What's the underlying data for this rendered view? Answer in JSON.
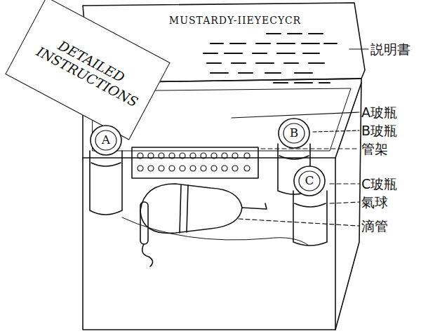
{
  "diagram": {
    "nodes": [
      {
        "text": [
          "MUSTARDY-IIEYECYCR"
        ]
      },
      {
        "text": [
          "DETAILED INSTRUCTIONS"
        ]
      },
      {
        "text": [
          "A"
        ]
      },
      {
        "text": [
          "B"
        ]
      },
      {
        "text": [
          "C"
        ]
      }
    ],
    "labels": [
      "説明書",
      "A玻瓶",
      "B玻瓶",
      "管架",
      "C玻瓶",
      "氣球",
      "滴管"
    ]
  }
}
